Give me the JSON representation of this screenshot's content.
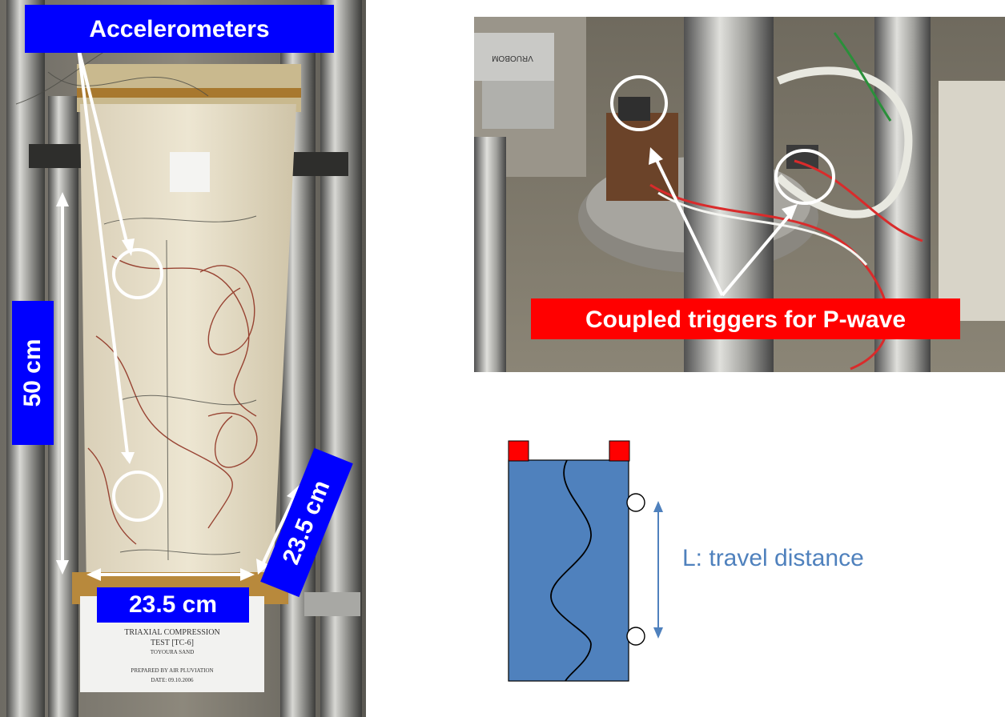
{
  "left_photo": {
    "accelerometers_label": "Accelerometers",
    "height_label": "50 cm",
    "width_label": "23.5 cm",
    "depth_label": "23.5 cm",
    "sign_text": [
      "TRIAXIAL COMPRESSION",
      "TEST [TC-6]",
      "TOYOURA SAND",
      "PREPARED BY AIR PLUVIATION",
      "DATE: 09.10.2006"
    ]
  },
  "right_photo": {
    "triggers_label": "Coupled triggers for P-wave",
    "device_label": "VRUOBOM"
  },
  "diagram": {
    "travel_label": "L: travel distance",
    "colors": {
      "specimen": "#4f81bd",
      "source": "#ff0000",
      "arrow": "#4f81bd"
    }
  }
}
